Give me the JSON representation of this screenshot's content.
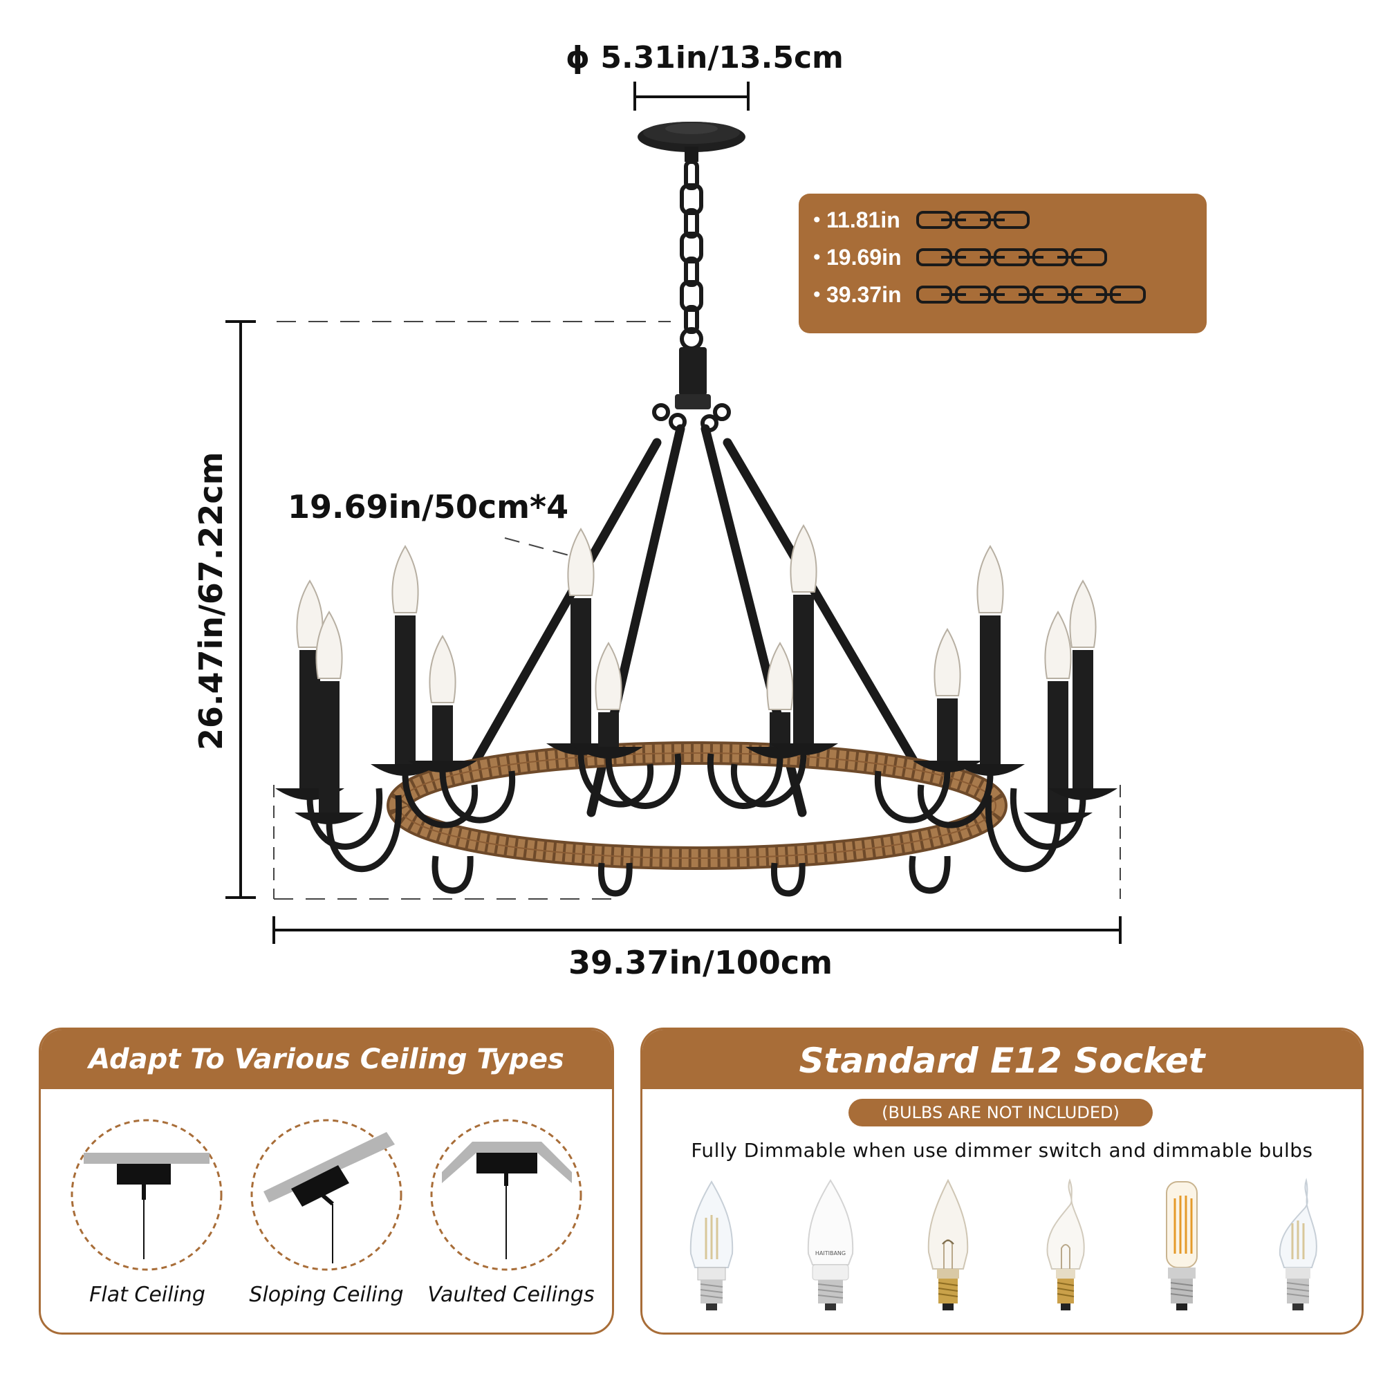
{
  "dimensions": {
    "canopy_diameter": "ϕ 5.31in/13.5cm",
    "height": "26.47in/67.22cm",
    "width": "39.37in/100cm",
    "rod": "19.69in/50cm*4"
  },
  "chain_lengths": [
    {
      "label": "11.81in",
      "links": 3
    },
    {
      "label": "19.69in",
      "links": 5
    },
    {
      "label": "39.37in",
      "links": 6
    }
  ],
  "ceiling_panel": {
    "title": "Adapt To Various Ceiling Types",
    "items": [
      {
        "label": "Flat Ceiling",
        "icon": "flat-ceiling-icon"
      },
      {
        "label": "Sloping Ceiling",
        "icon": "sloping-ceiling-icon"
      },
      {
        "label": "Vaulted Ceilings",
        "icon": "vaulted-ceiling-icon"
      }
    ]
  },
  "socket_panel": {
    "title": "Standard E12 Socket",
    "note": "(BULBS ARE NOT INCLUDED)",
    "dimmable": "Fully Dimmable when use dimmer switch and dimmable bulbs",
    "bulb_brand": "HAITIBANG",
    "bulbs": [
      "led-filament-candle-bulb-icon",
      "frosted-led-candle-bulb-icon",
      "clear-incandescent-candle-bulb-icon",
      "flame-tip-bulb-icon",
      "tubular-edison-bulb-icon",
      "led-flame-tip-bulb-icon"
    ]
  },
  "colors": {
    "brand_brown": "#a86d38",
    "metal_black": "#1a1a1a",
    "wood": "#9a6a3e"
  }
}
